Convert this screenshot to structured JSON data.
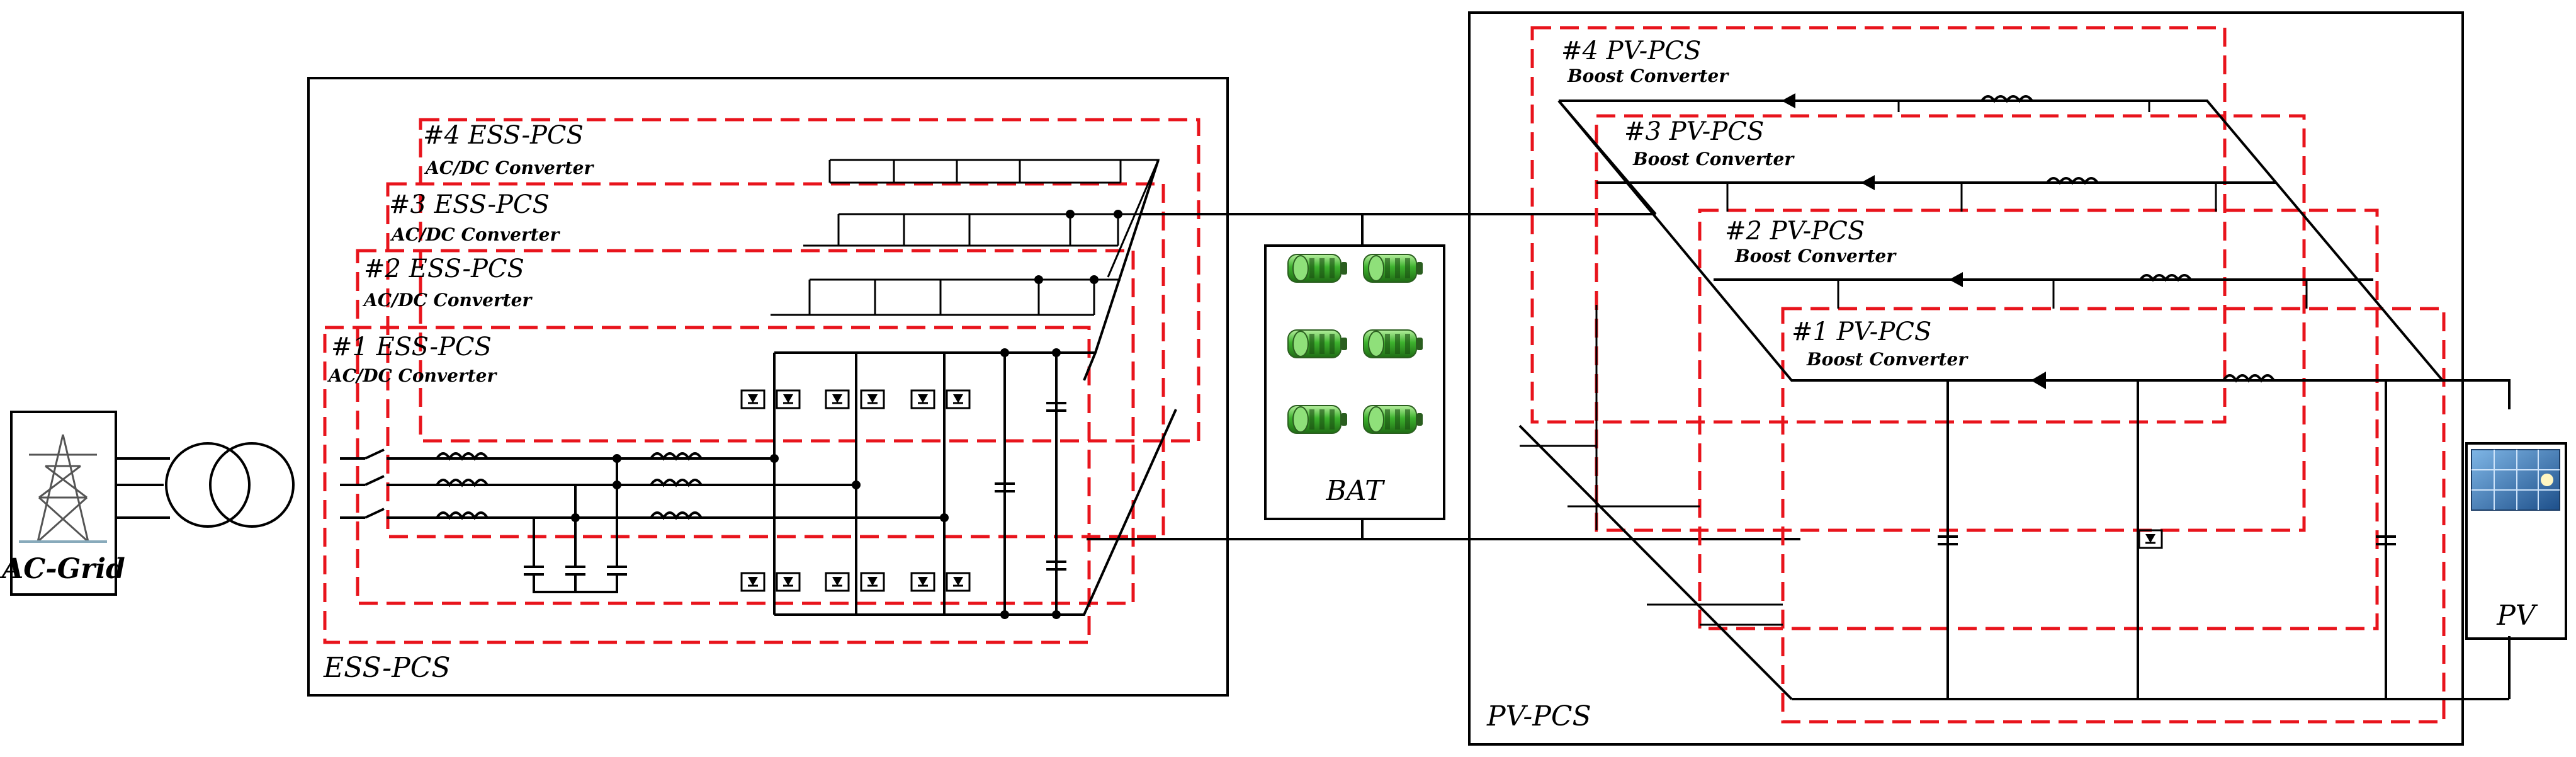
{
  "grid": {
    "label": "AC-Grid",
    "icon": "transmission-tower-icon"
  },
  "ess": {
    "group_label": "ESS-PCS",
    "units": [
      {
        "title": "#1 ESS-PCS",
        "subtitle": "AC/DC Converter"
      },
      {
        "title": "#2 ESS-PCS",
        "subtitle": "AC/DC Converter"
      },
      {
        "title": "#3 ESS-PCS",
        "subtitle": "AC/DC Converter"
      },
      {
        "title": "#4 ESS-PCS",
        "subtitle": "AC/DC Converter"
      }
    ]
  },
  "battery": {
    "label": "BAT",
    "icon": "battery-icon",
    "count": 6,
    "color": "#3db22e"
  },
  "pv": {
    "group_label": "PV-PCS",
    "panel_label": "PV",
    "panel_icon": "solar-panel-icon",
    "units": [
      {
        "title": "#1 PV-PCS",
        "subtitle": "Boost Converter"
      },
      {
        "title": "#2 PV-PCS",
        "subtitle": "Boost Converter"
      },
      {
        "title": "#3 PV-PCS",
        "subtitle": "Boost Converter"
      },
      {
        "title": "#4 PV-PCS",
        "subtitle": "Boost Converter"
      }
    ]
  },
  "colors": {
    "unit_border": "#e8141c",
    "wire": "#000000"
  }
}
